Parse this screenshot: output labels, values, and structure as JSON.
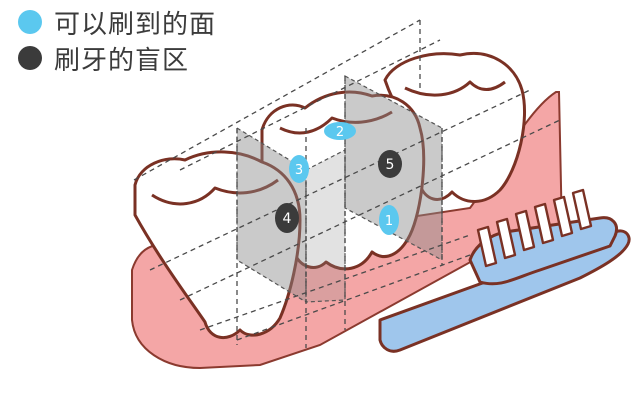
{
  "legend": {
    "items": [
      {
        "label": "可以刷到的面",
        "color": "#5bc8ef"
      },
      {
        "label": "刷牙的盲区",
        "color": "#3b3b3b"
      }
    ]
  },
  "markers": {
    "m1": "1",
    "m2": "2",
    "m3": "3",
    "m4": "4",
    "m5": "5"
  },
  "colors": {
    "gum": "#f4a6a6",
    "gum_outline": "#8b3a2f",
    "tooth_outline": "#7a3124",
    "plane": "#8a8a8a",
    "brush_handle": "#9fc6ec",
    "brush_outline": "#7a3124",
    "reachable": "#5bc8ef",
    "blind": "#3b3b3b"
  }
}
